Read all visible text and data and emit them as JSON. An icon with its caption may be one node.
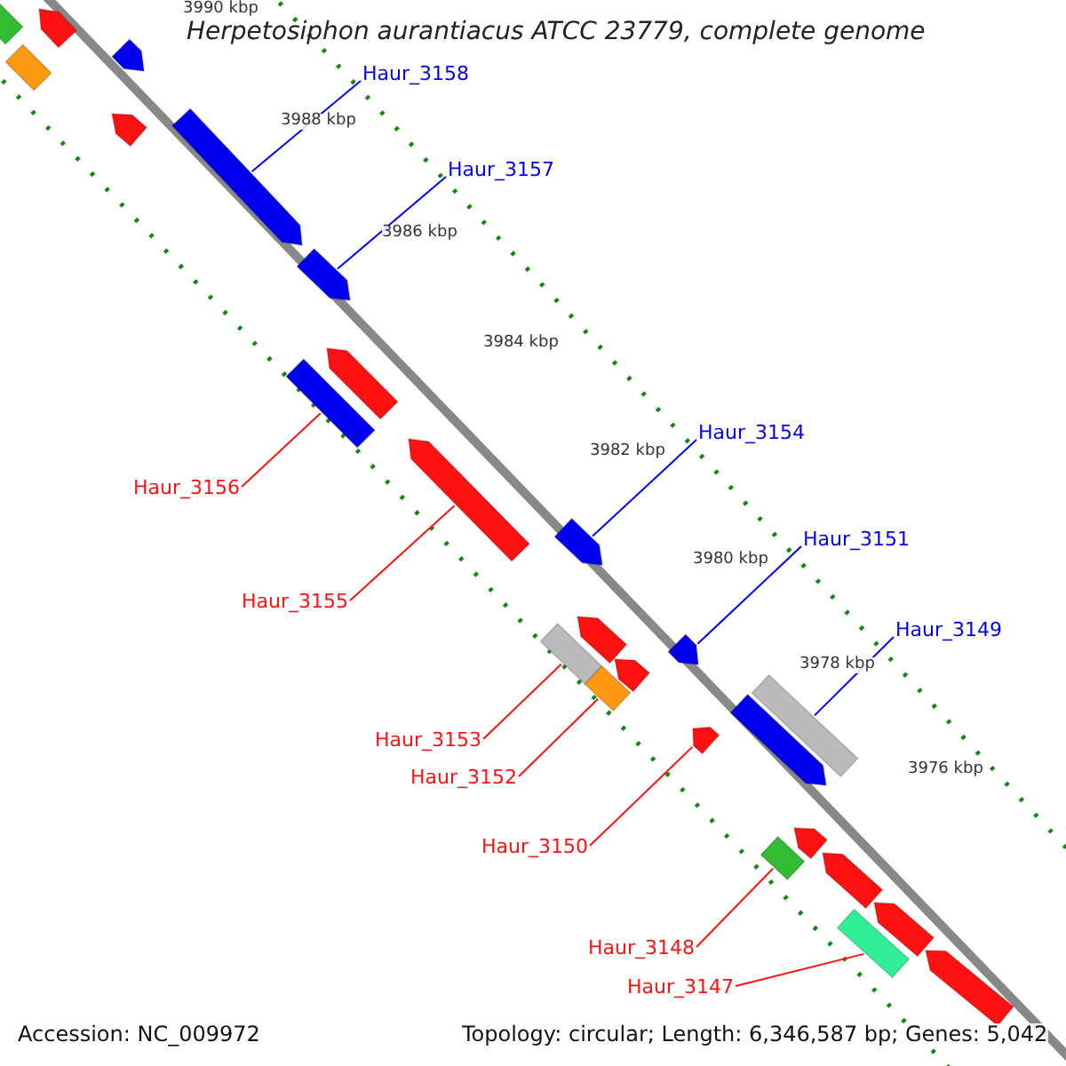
{
  "diagram": {
    "title": "Herpetosiphon aurantiacus ATCC 23779, complete genome",
    "nodes": [
      {
        "text": [
          "Haur_3158"
        ]
      },
      {
        "text": [],
        "shape": "arrow"
      },
      {
        "text": [
          "Haur_3157"
        ]
      },
      {
        "text": [],
        "shape": "arrow"
      },
      {
        "text": [
          "Haur_3154"
        ]
      },
      {
        "text": [],
        "shape": "arrow"
      },
      {
        "text": [
          "Haur_3156"
        ]
      },
      {
        "text": [],
        "shape": "bar"
      },
      {
        "text": [
          "Haur_3151"
        ]
      },
      {
        "text": [],
        "shape": "arrow"
      },
      {
        "text": [
          "Haur_3155"
        ]
      },
      {
        "text": [],
        "shape": "arrow"
      },
      {
        "text": [
          "Haur_3149"
        ]
      },
      {
        "text": [],
        "shape": "bar"
      },
      {
        "text": [
          "Haur_3153"
        ]
      },
      {
        "text": [],
        "shape": "bar"
      },
      {
        "text": [
          "Haur_3152"
        ]
      },
      {
        "text": [],
        "shape": "bar"
      },
      {
        "text": [
          "Haur_3150"
        ]
      },
      {
        "text": [],
        "shape": "arrow"
      },
      {
        "text": [
          "Haur_3148"
        ]
      },
      {
        "text": [],
        "shape": "bar"
      },
      {
        "text": [
          "Haur_3147"
        ]
      },
      {
        "text": [],
        "shape": "bar"
      },
      {
        "text": [],
        "shape": "bar"
      },
      {
        "text": [],
        "shape": "arrow"
      },
      {
        "text": [],
        "shape": "bar"
      },
      {
        "text": [],
        "shape": "arrow"
      },
      {
        "text": [],
        "shape": "arrow"
      },
      {
        "text": [],
        "shape": "arrow"
      },
      {
        "text": [],
        "shape": "arrow"
      },
      {
        "text": [],
        "shape": "arrow"
      },
      {
        "text": [],
        "shape": "arrow"
      },
      {
        "text": [],
        "shape": "arrow"
      },
      {
        "text": [],
        "shape": "arrow"
      },
      {
        "text": [],
        "shape": "arrow"
      },
      {
        "text": [],
        "shape": "arrow"
      }
    ],
    "edges": [
      {
        "from": 0,
        "to": 1,
        "arrow": "none",
        "color": "#0000ff"
      },
      {
        "from": 2,
        "to": 3,
        "arrow": "none",
        "color": "#0000ff"
      },
      {
        "from": 4,
        "to": 5,
        "arrow": "none",
        "color": "#0000ff"
      },
      {
        "from": 6,
        "to": 7,
        "arrow": "none"
      },
      {
        "from": 8,
        "to": 9,
        "arrow": "none",
        "color": "#0000ff"
      },
      {
        "from": 10,
        "to": 11,
        "arrow": "none"
      },
      {
        "from": 12,
        "to": 13,
        "arrow": "none",
        "color": "#0000ff"
      },
      {
        "from": 14,
        "to": 15,
        "arrow": "none"
      },
      {
        "from": 16,
        "to": 17,
        "arrow": "none"
      },
      {
        "from": 18,
        "to": 19,
        "arrow": "none"
      },
      {
        "from": 20,
        "to": 21,
        "arrow": "none"
      },
      {
        "from": 22,
        "to": 23,
        "arrow": "none"
      }
    ],
    "labels": [
      "3990 kbp",
      "3988 kbp",
      "3986 kbp",
      "3984 kbp",
      "3982 kbp",
      "3980 kbp",
      "3978 kbp",
      "3976 kbp",
      "Accession: NC_009972",
      "Topology: circular; Length: 6,346,587 bp; Genes: 5,042"
    ]
  }
}
